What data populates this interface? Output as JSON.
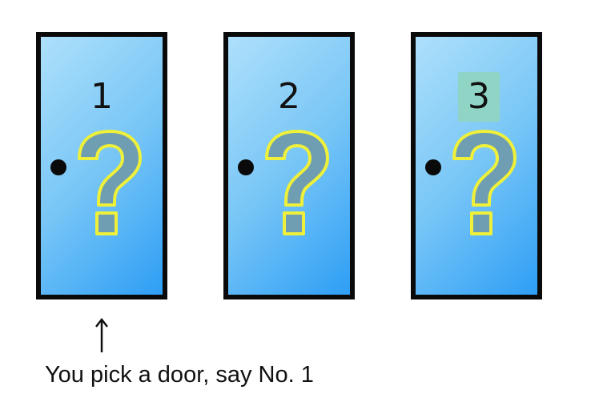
{
  "doors": [
    {
      "number": "1"
    },
    {
      "number": "2"
    },
    {
      "number": "3",
      "highlight_color": "#8fd4c4"
    }
  ],
  "caption": "You pick a door, say No. 1",
  "colors": {
    "door_light": "#aee0fb",
    "door_dark": "#2e9ef5",
    "question_fill": "#6f9db2",
    "question_outline": "#eef03a",
    "frame": "#0a0a0a"
  },
  "icons": {
    "door_mark": "question-mark-icon",
    "knob": "door-knob-icon",
    "pointer": "up-arrow-icon"
  }
}
